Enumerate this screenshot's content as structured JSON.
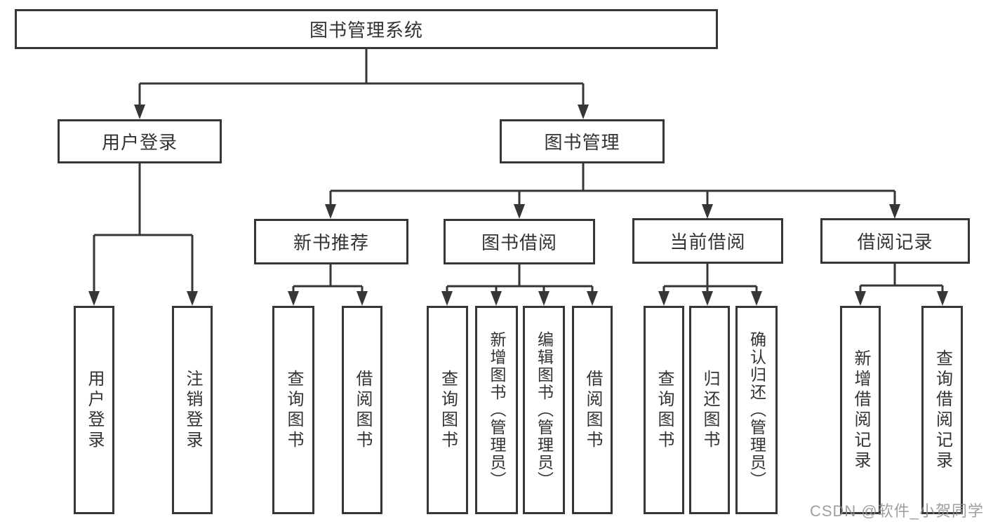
{
  "diagram": {
    "root": {
      "label": "图书管理系统",
      "children": [
        {
          "label": "用户登录",
          "children": [
            {
              "label": "用户登录"
            },
            {
              "label": "注销登录"
            }
          ]
        },
        {
          "label": "图书管理",
          "children": [
            {
              "label": "新书推荐",
              "children": [
                {
                  "label": "查询图书"
                },
                {
                  "label": "借阅图书"
                }
              ]
            },
            {
              "label": "图书借阅",
              "children": [
                {
                  "label": "查询图书"
                },
                {
                  "label": "新增图书（管理员）"
                },
                {
                  "label": "编辑图书（管理员）"
                },
                {
                  "label": "借阅图书"
                }
              ]
            },
            {
              "label": "当前借阅",
              "children": [
                {
                  "label": "查询图书"
                },
                {
                  "label": "归还图书"
                },
                {
                  "label": "确认归还（管理员）"
                }
              ]
            },
            {
              "label": "借阅记录",
              "children": [
                {
                  "label": "新增借阅记录"
                },
                {
                  "label": "查询借阅记录"
                }
              ]
            }
          ]
        }
      ]
    },
    "colors": {
      "line": "#363636",
      "text": "#333333",
      "background": "#ffffff",
      "watermark": "#8f8f8f"
    }
  },
  "watermark": "CSDN @软件_小贺同学"
}
